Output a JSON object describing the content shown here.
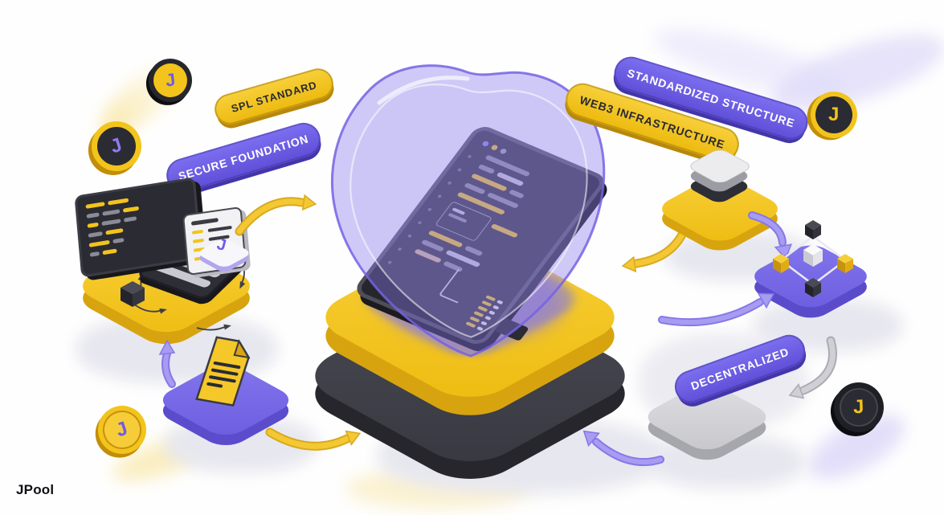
{
  "brand": {
    "logo_text": "JPool"
  },
  "labels": {
    "spl_standard": "SPL STANDARD",
    "secure_foundation": "SECURE FOUNDATION",
    "standardized_structure": "STANDARDIZED STRUCTURE",
    "web3_infrastructure": "WEB3 INFRASTRUCTURE",
    "decentralized": "DECENTRALIZED"
  },
  "coin": {
    "letter": "J"
  },
  "colors": {
    "accent_yellow": "#F2C41C",
    "accent_purple": "#6B5BE2",
    "platform_purple": "#7466E3",
    "platform_gray": "#D0D0D5",
    "dark": "#2B2B33",
    "shield_purple": "#8C7BF0"
  }
}
